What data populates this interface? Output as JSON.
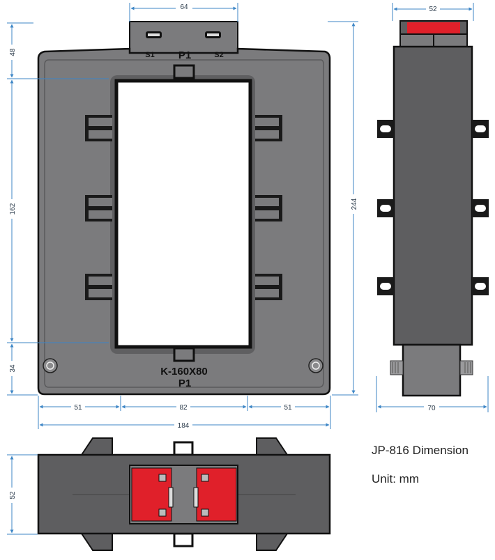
{
  "front_view": {
    "top_width": "64",
    "terminal_s1": "S1",
    "terminal_s2": "S2",
    "p1_top": "P1",
    "model": "K-160X80",
    "p1_bottom": "P1",
    "dim_left_top": "48",
    "dim_left_middle": "162",
    "dim_left_bottom": "34",
    "dim_right_height": "244",
    "dim_bottom_left": "51",
    "dim_bottom_center": "82",
    "dim_bottom_right": "51",
    "dim_total_width": "184"
  },
  "side_view": {
    "top_width": "52",
    "bottom_width": "70"
  },
  "bottom_view": {
    "height": "52"
  },
  "info": {
    "title": "JP-816 Dimension",
    "unit": "Unit: mm"
  },
  "colors": {
    "body": "#7b7b7d",
    "body_dark": "#5e5e60",
    "outline": "#111111",
    "dimension": "#3d86c6",
    "terminal_red": "#e0202a"
  }
}
